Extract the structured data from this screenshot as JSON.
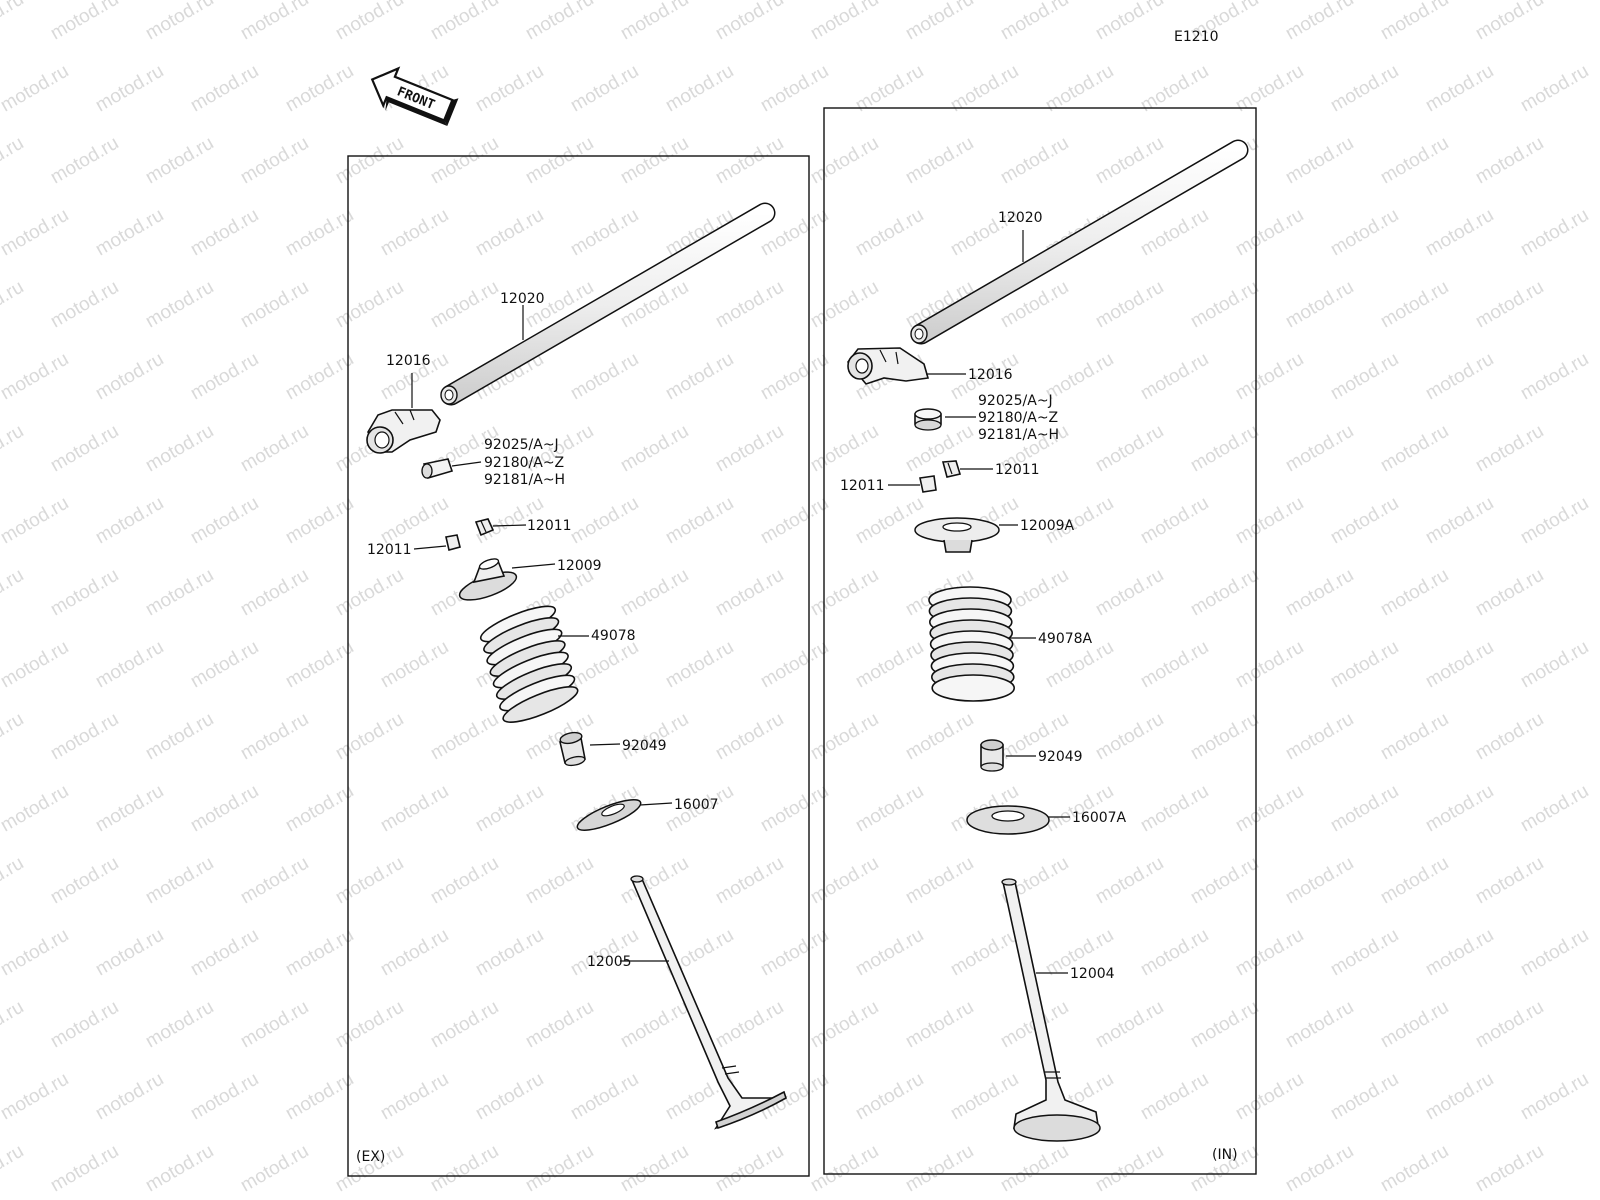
{
  "diagram_code": "E1210",
  "front_label": "FRONT",
  "watermark": "motod.ru",
  "colors": {
    "part_fill": "#f4f4f4",
    "part_shade": "#dcdcdc",
    "line": "#111111",
    "watermark": "#d9d9d9"
  },
  "panels": {
    "exhaust": {
      "tag": "(EX)",
      "callouts": {
        "rocker_shaft": "12020",
        "rocker_arm": "12016",
        "shim_1": "92025/A~J",
        "shim_2": "92180/A~Z",
        "shim_3": "92181/A~H",
        "cotter_right": "12011",
        "cotter_left": "12011",
        "retainer": "12009",
        "spring": "49078",
        "seal": "92049",
        "seat": "16007",
        "valve": "12005"
      }
    },
    "intake": {
      "tag": "(IN)",
      "callouts": {
        "rocker_shaft": "12020",
        "rocker_arm": "12016",
        "shim_1": "92025/A~J",
        "shim_2": "92180/A~Z",
        "shim_3": "92181/A~H",
        "cotter_right": "12011",
        "cotter_left": "12011",
        "retainer": "12009A",
        "spring": "49078A",
        "seal": "92049",
        "seat": "16007A",
        "valve": "12004"
      }
    }
  }
}
